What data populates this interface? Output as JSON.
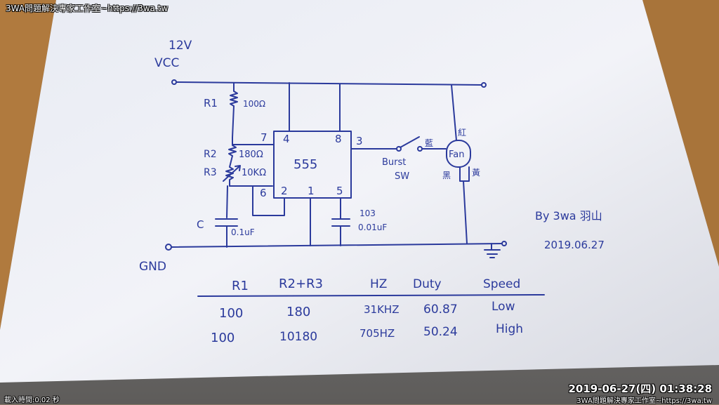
{
  "overlay": {
    "watermark_top": "3WA問題解決專家工作室~https://3wa.tw",
    "watermark_bottom": "3WA問題解決專家工作室~https://3wa.tw",
    "timestamp": "2019-06-27(四) 01:38:28",
    "load_time": "載入時間:0.02 秒"
  },
  "schematic": {
    "supply_voltage": "12V",
    "vcc": "VCC",
    "gnd": "GND",
    "ic": "555",
    "pins": {
      "p7": "7",
      "p4": "4",
      "p8": "8",
      "p3": "3",
      "p6": "6",
      "p2": "2",
      "p1": "1",
      "p5": "5"
    },
    "r1": {
      "name": "R1",
      "value": "100Ω"
    },
    "r2": {
      "name": "R2",
      "value": "180Ω"
    },
    "r3": {
      "name": "R3",
      "value": "10KΩ"
    },
    "c": {
      "name": "C",
      "value": "0.1uF"
    },
    "c2": {
      "code": "103",
      "value": "0.01uF"
    },
    "switch": {
      "line1": "Burst",
      "line2": "SW"
    },
    "fan": {
      "label": "Fan",
      "wire_red": "紅",
      "wire_blue": "藍",
      "wire_black": "黑",
      "wire_yellow": "黃"
    },
    "author": "By 3wa 羽山",
    "date": "2019.06.27"
  },
  "table": {
    "headers": [
      "R1",
      "R2+R3",
      "HZ",
      "Duty",
      "Speed"
    ],
    "rows": [
      [
        "100",
        "180",
        "31KHZ",
        "60.87",
        "Low"
      ],
      [
        "100",
        "10180",
        "705HZ",
        "50.24",
        "High"
      ]
    ]
  },
  "colors": {
    "ink": "#2b3a9c",
    "paper": "#eef0f6",
    "wood": "#b07a3e"
  }
}
